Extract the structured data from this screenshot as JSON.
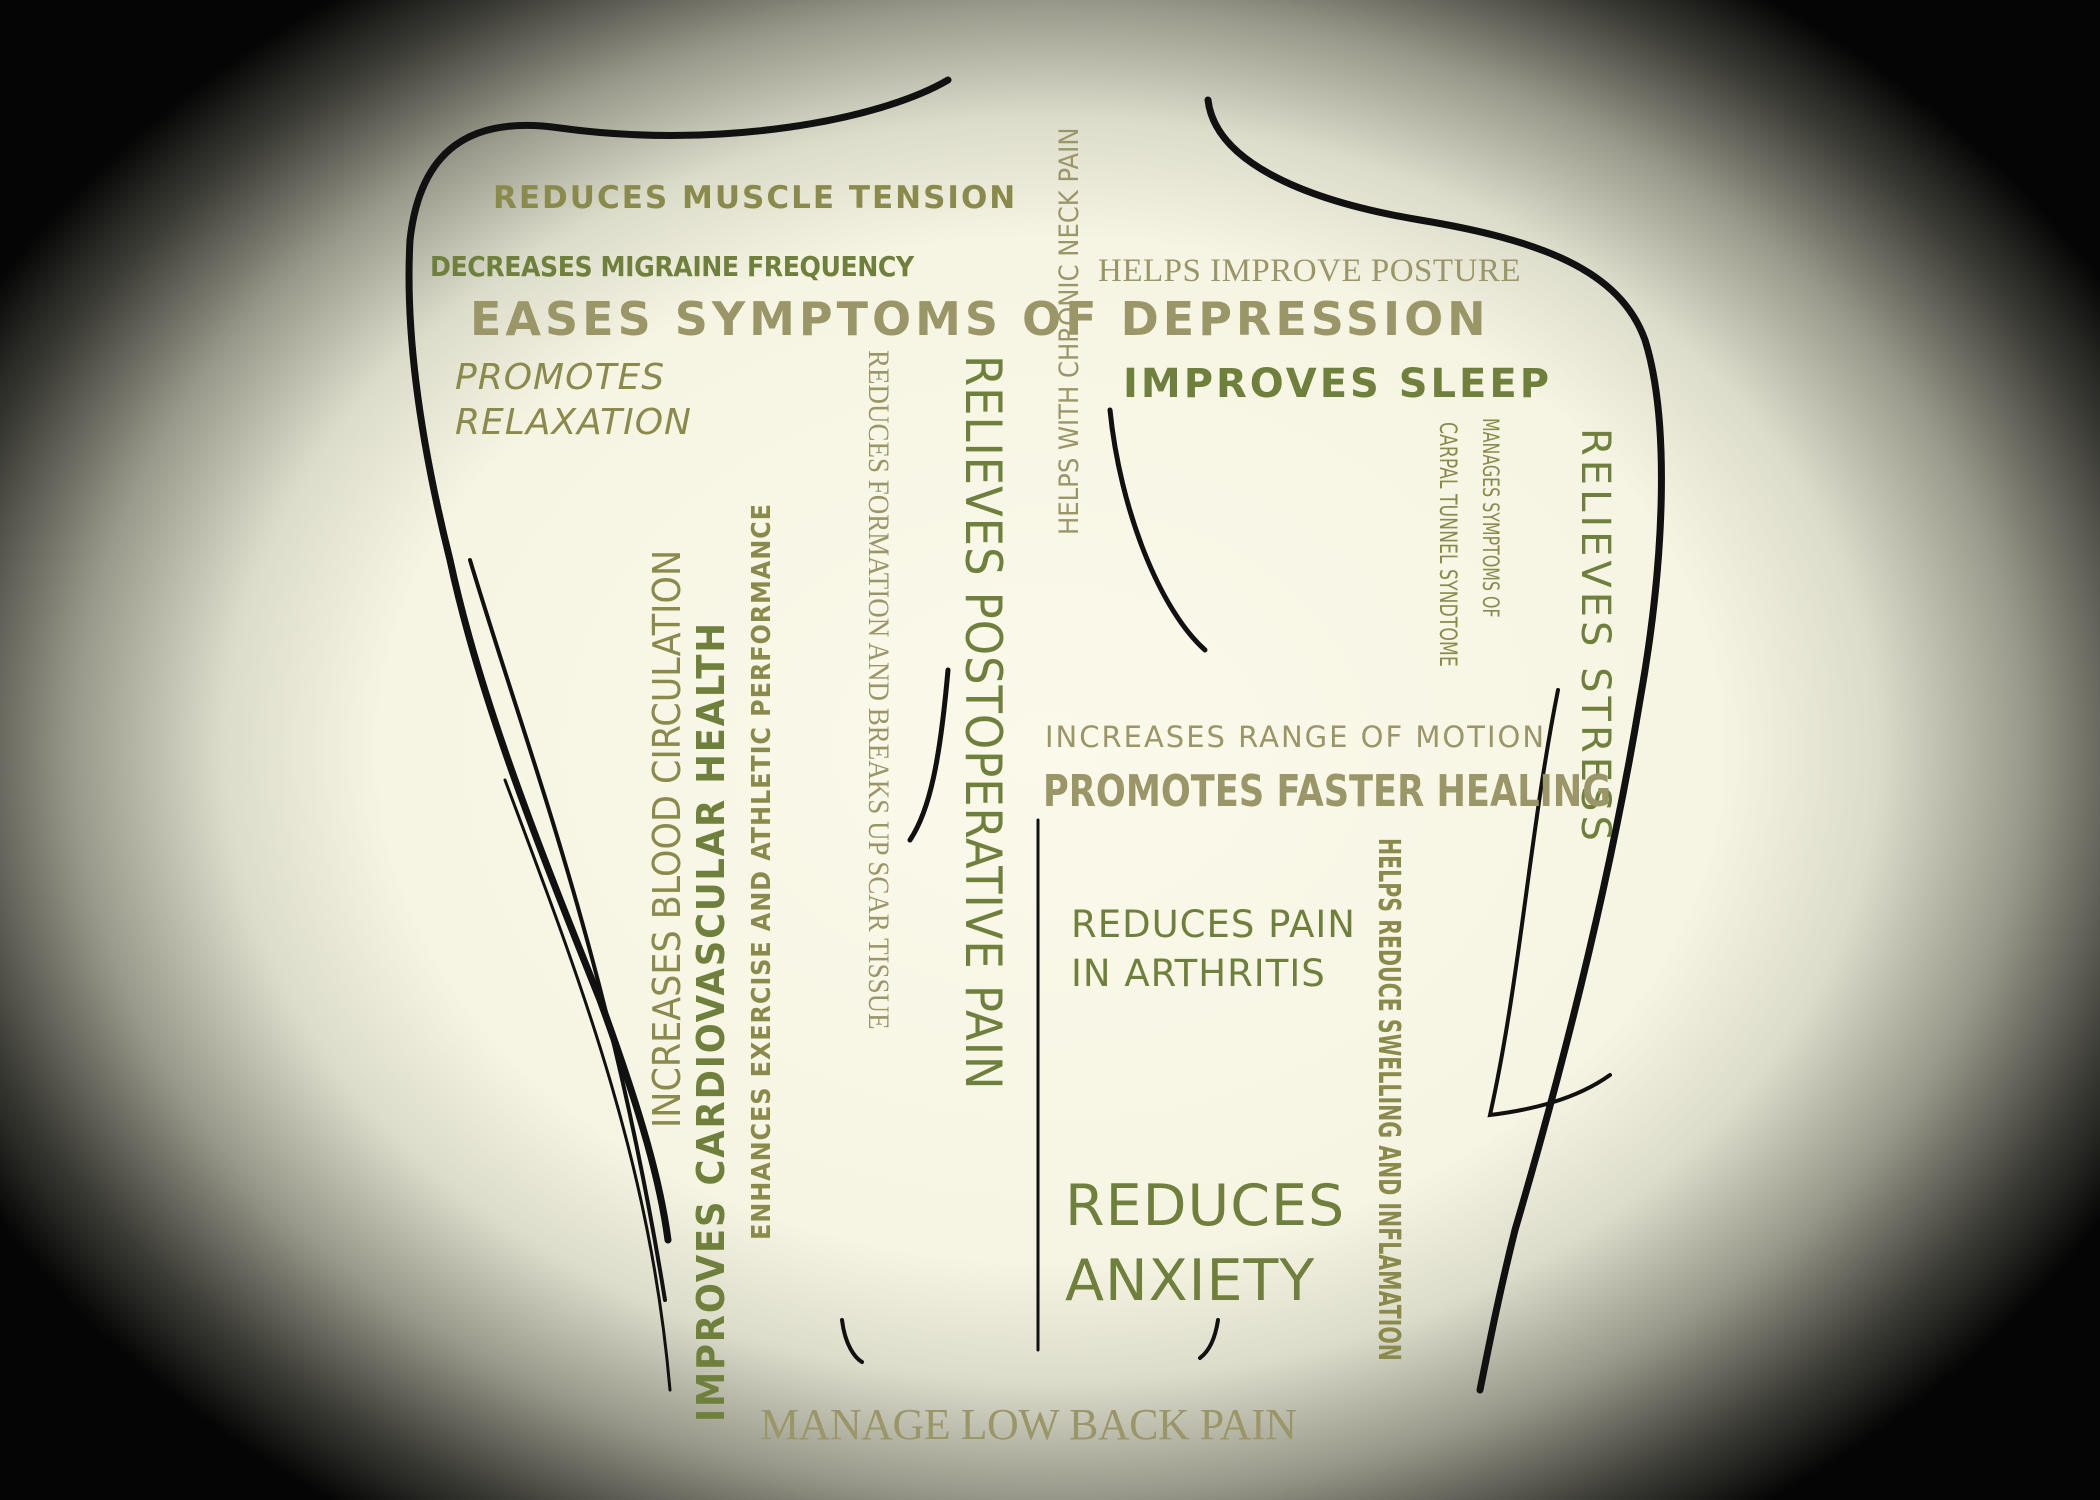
{
  "colors": {
    "olive": "#8a8a4c",
    "olive_green": "#6f7f3c",
    "tan": "#9a9668",
    "outline": "#111111"
  },
  "benefits": [
    "REDUCES MUSCLE TENSION",
    "DECREASES MIGRAINE FREQUENCY",
    "HELPS IMPROVE POSTURE",
    "EASES SYMPTOMS OF DEPRESSION",
    "IMPROVES SLEEP",
    "PROMOTES",
    "RELAXATION",
    "HELPS WITH CHRONIC NECK PAIN",
    "INCREASES BLOOD CIRCULATION",
    "IMPROVES CARDIOVASCULAR HEALTH",
    "ENHANCES EXERCISE AND ATHLETIC PERFORMANCE",
    "REDUCES FORMATION AND BREAKS UP SCAR TISSUE",
    "RELIEVES POSTOPERATIVE PAIN",
    "MANAGES SYMPTOMS OF",
    "CARPAL TUNNEL SYNDTOME",
    "RELIEVES STRESS",
    "INCREASES RANGE OF MOTION",
    "PROMOTES FASTER HEALING",
    "REDUCES PAIN",
    "IN ARTHRITIS",
    "HELPS REDUCE SWELLING AND INFLAMATION",
    "REDUCES",
    "ANXIETY",
    "MANAGE LOW BACK PAIN"
  ]
}
